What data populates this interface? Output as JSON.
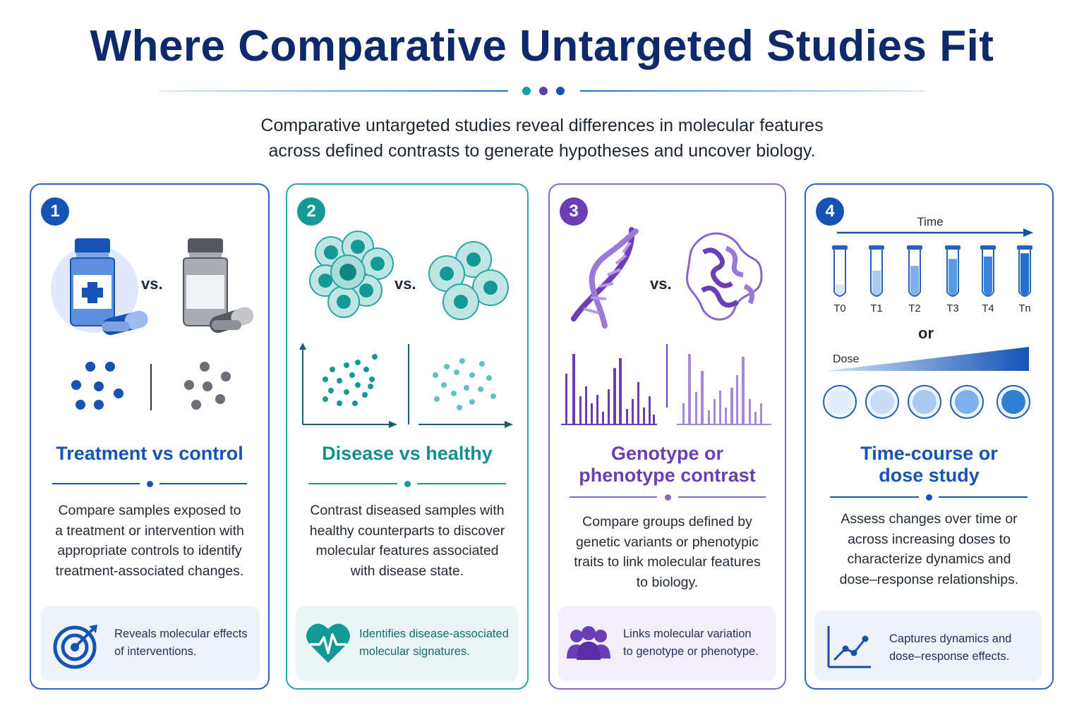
{
  "title": "Where Comparative Untargeted Studies Fit",
  "intro": {
    "line1": "Comparative untargeted studies reveal differences in molecular features",
    "line2": "across defined contrasts to generate hypotheses and uncover biology."
  },
  "colors": {
    "navy": "#0f2a6b",
    "blue": "#1553b5",
    "teal": "#138f8c",
    "purple": "#6a3fb5",
    "gray": "#6b6f76"
  },
  "cards": [
    {
      "number": "1",
      "vs": "vs.",
      "title_line1": "Treatment vs control",
      "desc": [
        "Compare samples exposed to",
        "a treatment or intervention with",
        "appropriate controls to identify",
        "treatment-associated changes."
      ],
      "footer": [
        "Reveals molecular effects",
        "of interventions."
      ],
      "footer_icon": "target-icon"
    },
    {
      "number": "2",
      "vs": "vs.",
      "title_line1": "Disease vs healthy",
      "desc": [
        "Contrast diseased samples with",
        "healthy counterparts to discover",
        "molecular features associated",
        "with disease state."
      ],
      "footer": [
        "Identifies disease-associated",
        "molecular signatures."
      ],
      "footer_icon": "heart-pulse-icon"
    },
    {
      "number": "3",
      "vs": "vs.",
      "title_line1": "Genotype or",
      "title_line2": "phenotype contrast",
      "desc": [
        "Compare groups defined by",
        "genetic variants or phenotypic",
        "traits to link molecular features",
        "to biology."
      ],
      "footer": [
        "Links molecular variation",
        "to genotype or phenotype."
      ],
      "footer_icon": "group-icon"
    },
    {
      "number": "4",
      "time_label": "Time",
      "tubes": [
        "T0",
        "T1",
        "T2",
        "T3",
        "T4",
        "Tn"
      ],
      "or": "or",
      "dose_label": "Dose",
      "title_line1": "Time-course or",
      "title_line2": "dose study",
      "desc": [
        "Assess changes over time or",
        "across increasing doses to",
        "characterize dynamics and",
        "dose–response relationships."
      ],
      "footer": [
        "Captures dynamics and",
        "dose–response effects."
      ],
      "footer_icon": "trend-chart-icon"
    }
  ]
}
